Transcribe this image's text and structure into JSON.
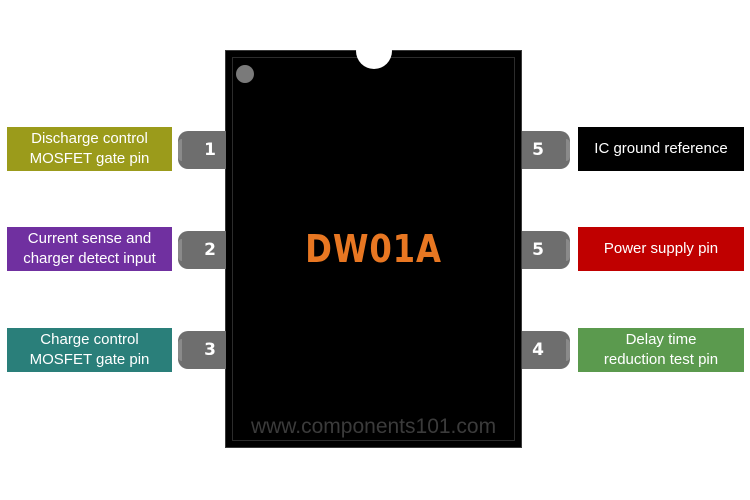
{
  "chip": {
    "name": "DW01A",
    "watermark": "www.components101.com"
  },
  "pins_left": [
    {
      "number": "1",
      "line1": "Discharge control",
      "line2": "MOSFET gate pin",
      "color": "#9b9b1b"
    },
    {
      "number": "2",
      "line1": "Current sense and",
      "line2": "charger detect input",
      "color": "#7030a0"
    },
    {
      "number": "3",
      "line1": "Charge control",
      "line2": "MOSFET gate pin",
      "color": "#2a7f7a"
    }
  ],
  "pins_right": [
    {
      "number": "5",
      "line1": "IC ground reference",
      "line2": "",
      "color": "#000000"
    },
    {
      "number": "5",
      "line1": "Power supply pin",
      "line2": "",
      "color": "#c00000"
    },
    {
      "number": "4",
      "line1": "Delay time",
      "line2": "reduction test pin",
      "color": "#5b9a4e"
    }
  ]
}
